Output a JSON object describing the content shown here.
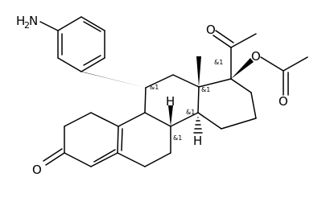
{
  "atoms": {
    "amino_n": "N",
    "amino_h": "H",
    "amino_h_count": "2",
    "acetyl_o": "O",
    "ester_o": "O",
    "carbonyl_o": "O",
    "ketone_o": "O",
    "h8": "H",
    "h14": "H"
  },
  "stereo_labels": {
    "c11": "&1",
    "c13": "&1",
    "c17": "&1",
    "c14": "&1",
    "c8": "&1"
  }
}
